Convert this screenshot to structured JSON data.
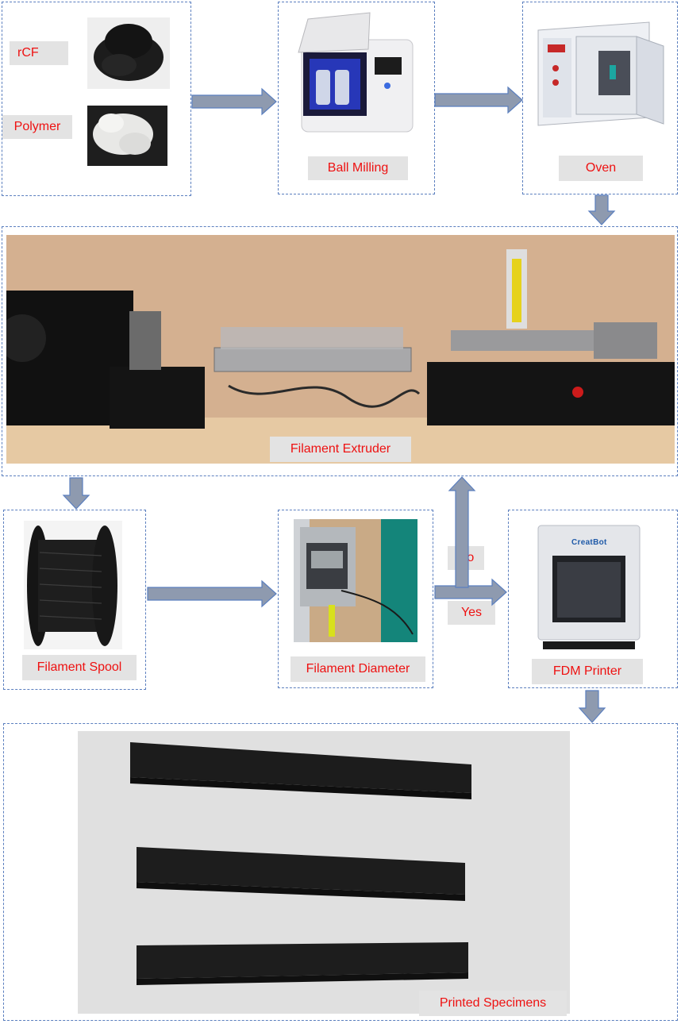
{
  "labels": {
    "rcf": "rCF",
    "polymer": "Polymer",
    "ball_milling": "Ball Milling",
    "oven": "Oven",
    "filament_extruder": "Filament Extruder",
    "filament_spool": "Filament Spool",
    "filament_diameter": "Filament Diameter",
    "fdm_printer": "FDM Printer",
    "printed_specimens": "Printed Specimens",
    "no": "No",
    "yes": "Yes"
  },
  "images": {
    "printer_brand_logo": "CreatBot"
  },
  "colors": {
    "label_text": "#ee1111",
    "label_bg": "#e3e3e3",
    "dashed_border": "#5b7fbf",
    "arrow_fill": "#8e9aaf",
    "arrow_stroke": "#5b7fbf"
  }
}
